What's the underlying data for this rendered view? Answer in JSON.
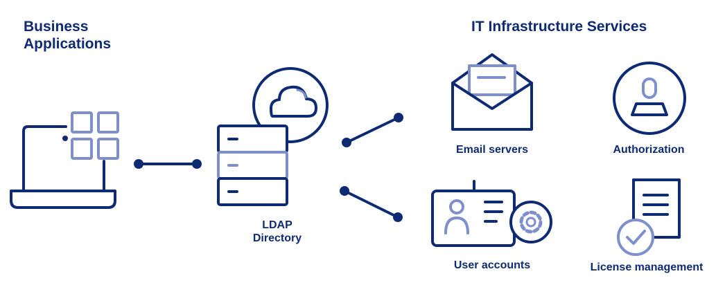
{
  "headings": {
    "business_line1": "Business",
    "business_line2": "Applications",
    "it_services": "IT Infrastructure Services"
  },
  "labels": {
    "ldap_line1": "LDAP",
    "ldap_line2": "Directory",
    "email_servers": "Email servers",
    "authorization": "Authorization",
    "user_accounts": "User accounts",
    "license_management": "License management"
  },
  "colors": {
    "primary": "#0d2a73",
    "accent": "#7e8fcc",
    "background": "#ffffff"
  },
  "icons": {
    "business": "laptop-with-app-grid-icon",
    "ldap": "server-stack-with-cloud-icon",
    "email": "envelope-icon",
    "authorization": "user-badge-icon",
    "user_accounts": "id-card-with-gear-icon",
    "license": "document-with-checkmark-icon"
  }
}
